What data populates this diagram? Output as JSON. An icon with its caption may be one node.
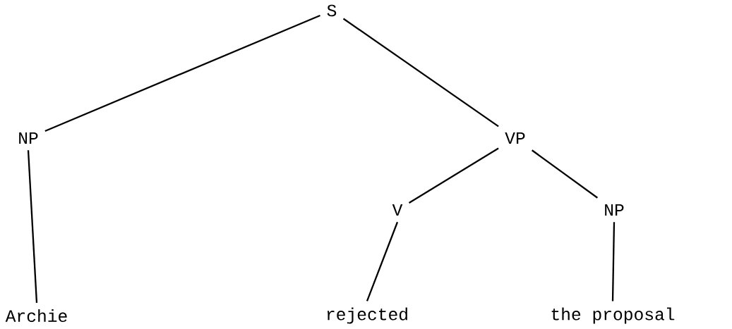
{
  "diagram": {
    "nodes": [
      {
        "text": [
          "S"
        ]
      },
      {
        "text": [
          "NP"
        ]
      },
      {
        "text": [
          "VP"
        ]
      },
      {
        "text": [
          "V"
        ]
      },
      {
        "text": [
          "NP"
        ]
      },
      {
        "text": [
          "Archie"
        ]
      },
      {
        "text": [
          "rejected"
        ]
      },
      {
        "text": [
          "the proposal"
        ]
      }
    ],
    "edges": [
      {
        "from": 0,
        "to": 1,
        "arrow": "none"
      },
      {
        "from": 0,
        "to": 2,
        "arrow": "none"
      },
      {
        "from": 1,
        "to": 5,
        "arrow": "none"
      },
      {
        "from": 2,
        "to": 3,
        "arrow": "none"
      },
      {
        "from": 2,
        "to": 4,
        "arrow": "none"
      },
      {
        "from": 3,
        "to": 6,
        "arrow": "none"
      },
      {
        "from": 4,
        "to": 7,
        "arrow": "none"
      }
    ]
  }
}
